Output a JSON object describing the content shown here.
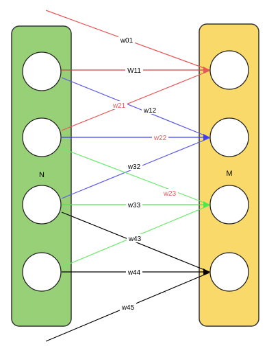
{
  "layers": {
    "left": {
      "label": "N",
      "fill": "#97d077",
      "stroke": "#333333"
    },
    "right": {
      "label": "M",
      "fill": "#f8d96a",
      "stroke": "#333333"
    }
  },
  "edges": [
    {
      "id": "w01",
      "label": "w01",
      "color": "#e85757",
      "label_color": "#000000"
    },
    {
      "id": "w11",
      "label": "W11",
      "color": "#c74545",
      "label_color": "#000000"
    },
    {
      "id": "w21",
      "label": "w21",
      "color": "#e85757",
      "label_color": "#e85757"
    },
    {
      "id": "w12",
      "label": "w12",
      "color": "#5a5ae8",
      "label_color": "#000000"
    },
    {
      "id": "w22",
      "label": "w22",
      "color": "#3d3df0",
      "label_color": "#e85757"
    },
    {
      "id": "w32",
      "label": "w32",
      "color": "#5a5ae8",
      "label_color": "#000000"
    },
    {
      "id": "w23",
      "label": "w23",
      "color": "#6ee86e",
      "label_color": "#e85757"
    },
    {
      "id": "w33",
      "label": "w33",
      "color": "#4be84b",
      "label_color": "#000000"
    },
    {
      "id": "w43",
      "label": "w43",
      "color": "#6ee86e",
      "label_color": "#000000"
    },
    {
      "id": "w34",
      "label": "",
      "color": "#000000",
      "label_color": "#000000"
    },
    {
      "id": "w44",
      "label": "w44",
      "color": "#000000",
      "label_color": "#000000"
    },
    {
      "id": "w45",
      "label": "w45",
      "color": "#000000",
      "label_color": "#000000"
    }
  ],
  "arrowheads": {
    "m1": "#e85757",
    "m2": "#3d3df0",
    "m3": "#4be84b",
    "m4": "#000000"
  },
  "stray_mark": "- - -"
}
